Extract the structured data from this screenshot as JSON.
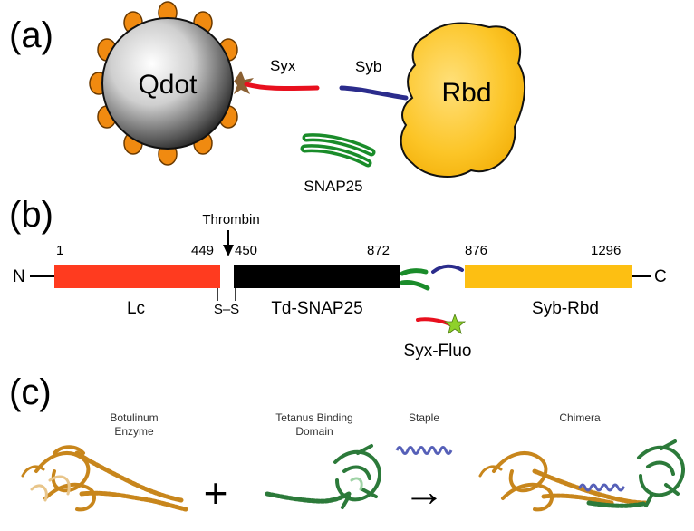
{
  "panels": {
    "a": {
      "label": "(a)",
      "qdot": "Qdot",
      "syx": "Syx",
      "syb": "Syb",
      "rbd": "Rbd",
      "snap25": "SNAP25"
    },
    "b": {
      "label": "(b)",
      "thrombin": "Thrombin",
      "n_term": "N",
      "c_term": "C",
      "pos_1": "1",
      "pos_449": "449",
      "pos_450": "450",
      "pos_872": "872",
      "pos_876": "876",
      "pos_1296": "1296",
      "lc": "Lc",
      "disulfide": "S–S",
      "td_snap25": "Td-SNAP25",
      "syb_rbd": "Syb-Rbd",
      "syx_fluo": "Syx-Fluo"
    },
    "c": {
      "label": "(c)",
      "botulinum_line1": "Botulinum",
      "botulinum_line2": "Enzyme",
      "tetanus_line1": "Tetanus Binding",
      "tetanus_line2": "Domain",
      "staple": "Staple",
      "chimera": "Chimera",
      "plus": "+",
      "arrow": "→"
    }
  },
  "colors": {
    "lc": "#ff3b1f",
    "td_snap25": "#000000",
    "syb_rbd": "#fdbf12",
    "syx": "#e8101e",
    "syb": "#2b2c8c",
    "snap25": "#1a8c2a",
    "qdot_bead": "#f08a10",
    "rbd_fill": "#fcc527",
    "star": "#8fd12a",
    "protein_gold": "#c8861c",
    "protein_green": "#2c7a3a",
    "staple_blue": "#5660b8"
  }
}
